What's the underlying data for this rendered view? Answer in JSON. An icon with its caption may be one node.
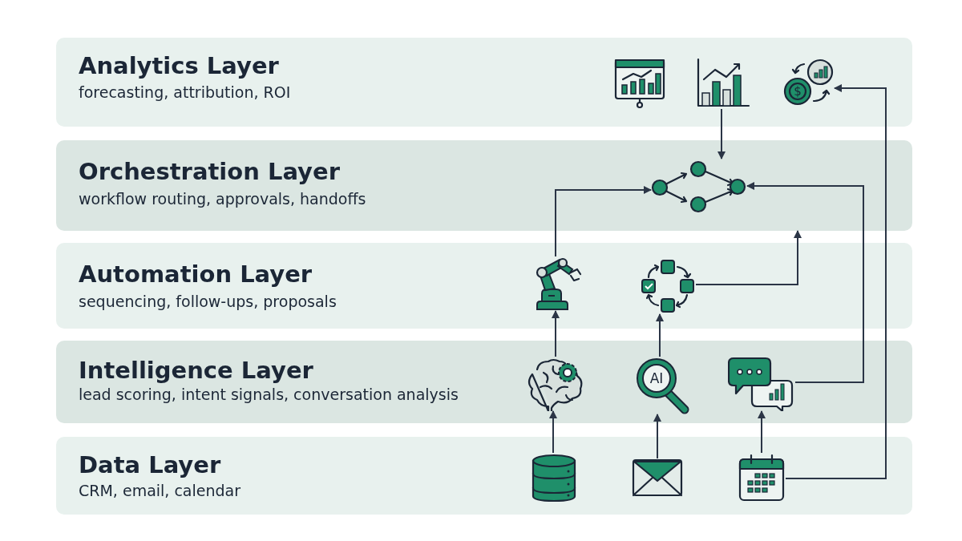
{
  "diagram": {
    "nodes": [
      {
        "text": [
          "Analytics Layer",
          "forecasting, attribution, ROI"
        ]
      },
      {
        "text": [
          "Orchestration Layer",
          "workflow routing, approvals, handoffs"
        ]
      },
      {
        "text": [
          "Automation Layer",
          "sequencing, follow-ups, proposals"
        ]
      },
      {
        "text": [
          "Intelligence Layer",
          "lead scoring, intent signals, conversation analysis"
        ]
      },
      {
        "text": [
          "Data Layer",
          "CRM, email, calendar"
        ]
      },
      {
        "text": [],
        "shape": "picture",
        "in": 0
      },
      {
        "text": [],
        "shape": "picture",
        "in": 0
      },
      {
        "text": [
          "$"
        ],
        "in": 0
      },
      {
        "text": [],
        "shape": "picture",
        "in": 1
      },
      {
        "text": [],
        "shape": "picture",
        "in": 2
      },
      {
        "text": [],
        "shape": "picture",
        "in": 2
      },
      {
        "text": [],
        "shape": "picture",
        "in": 3
      },
      {
        "text": [
          "AI"
        ],
        "in": 3
      },
      {
        "text": [],
        "shape": "picture",
        "in": 3
      },
      {
        "text": [],
        "shape": "picture",
        "in": 4
      },
      {
        "text": [],
        "shape": "picture",
        "in": 4
      },
      {
        "text": [],
        "shape": "picture",
        "in": 4
      }
    ],
    "edges": [
      {
        "from": 6,
        "to": 8,
        "arrow": "to"
      },
      {
        "from": 16,
        "to": 7,
        "arrow": "to"
      },
      {
        "from": 9,
        "to": 8,
        "arrow": "to"
      },
      {
        "from": 13,
        "to": 8,
        "arrow": "to"
      },
      {
        "from": 10,
        "to": 1,
        "arrow": "to"
      },
      {
        "from": 11,
        "to": 9,
        "arrow": "to"
      },
      {
        "from": 12,
        "to": 10,
        "arrow": "to"
      },
      {
        "from": 14,
        "to": 11,
        "arrow": "to"
      },
      {
        "from": 15,
        "to": 12,
        "arrow": "to"
      },
      {
        "from": 16,
        "to": 13,
        "arrow": "to"
      }
    ]
  }
}
